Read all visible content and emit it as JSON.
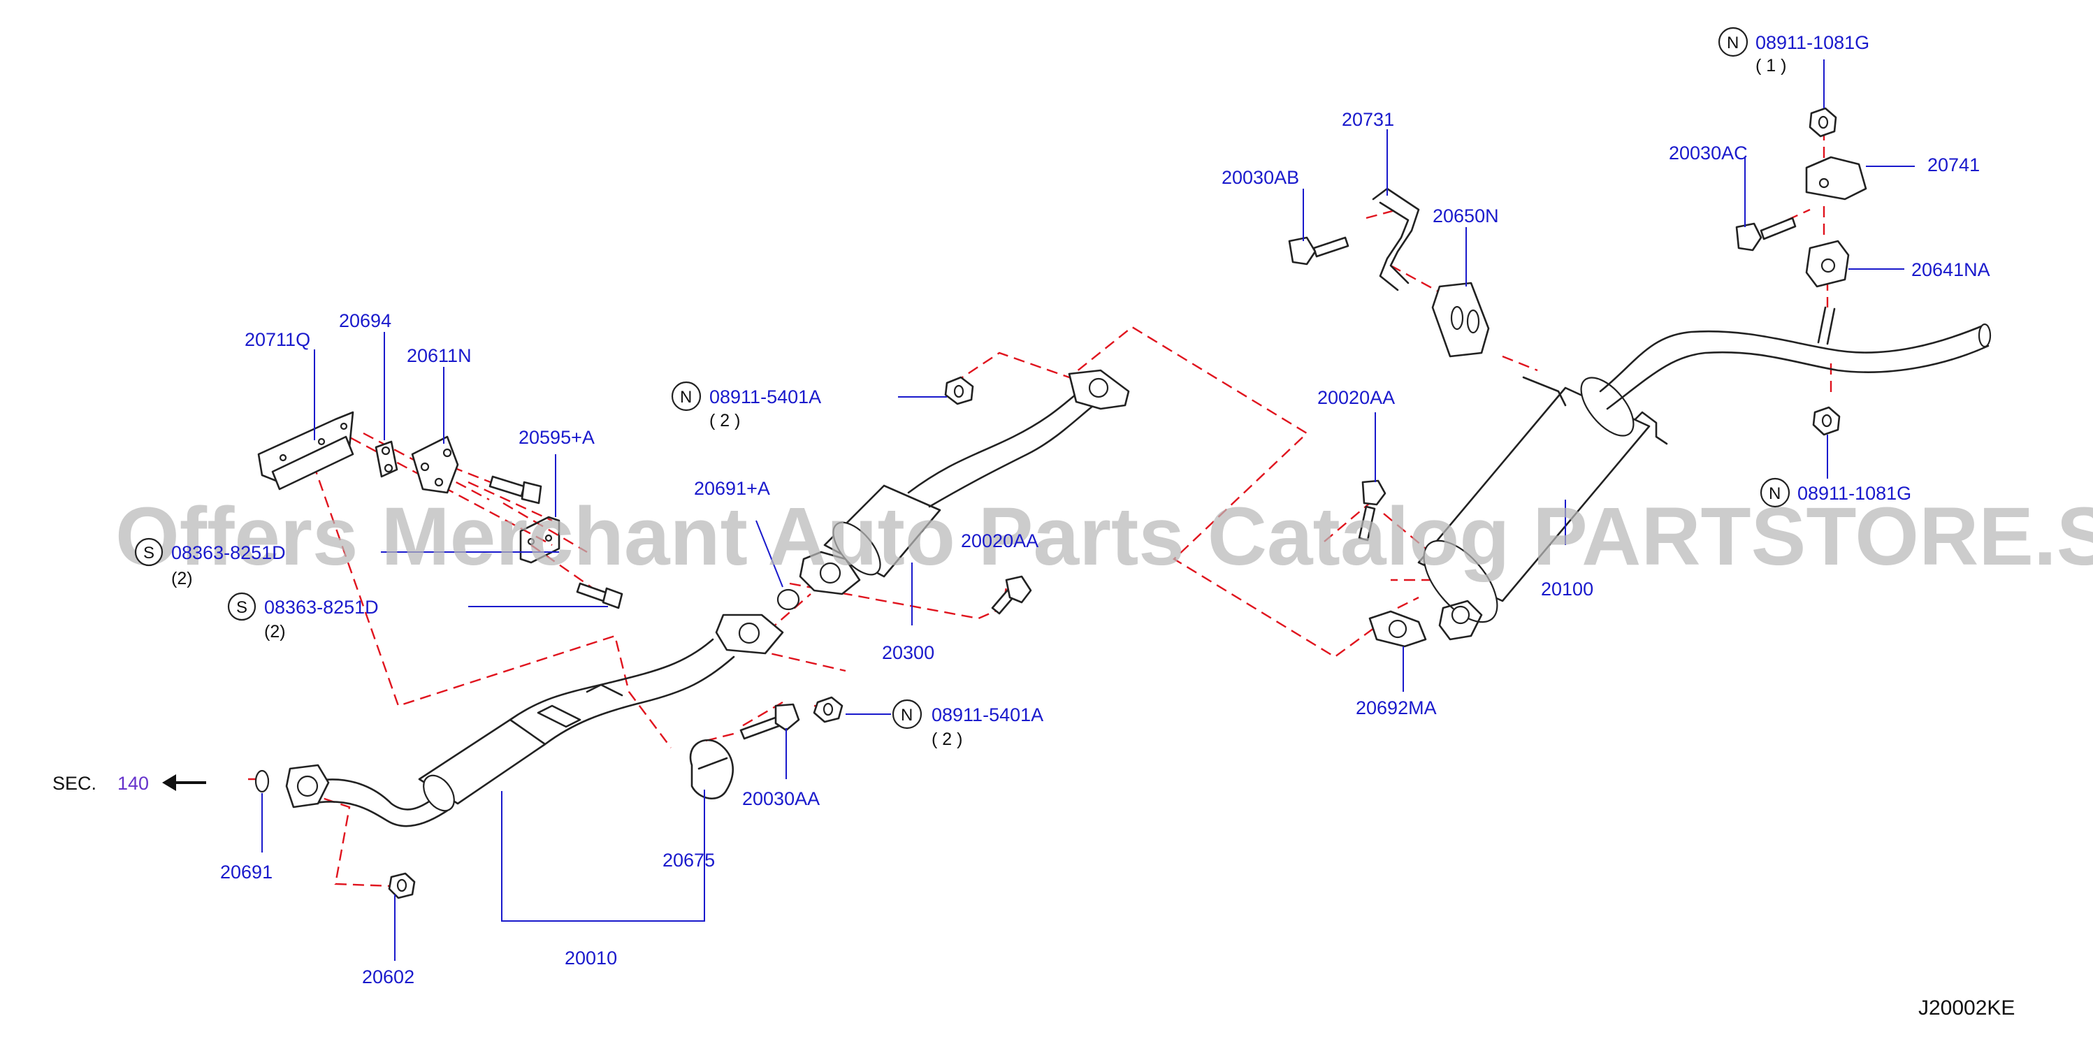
{
  "diagram_code": "J20002KE",
  "watermark": "Offers Merchant Auto Parts Catalog PARTSTORE.SA",
  "section_ref": {
    "prefix": "SEC.",
    "number": "140"
  },
  "colors": {
    "label": "#1a1acc",
    "dashed_leader": "#e0141e",
    "outline": "#222222",
    "watermark": "#b9b9b9"
  },
  "symbols": {
    "nut": "N",
    "screw": "S"
  },
  "parts": {
    "p20711Q": "20711Q",
    "p20694": "20694",
    "p20611N": "20611N",
    "p20595A": "20595+A",
    "p08363a": "08363-8251D",
    "p08363a_qty": "(2)",
    "p08363b": "08363-8251D",
    "p08363b_qty": "(2)",
    "p08911_5401A_top": "08911-5401A",
    "p08911_5401A_top_qty": "( 2 )",
    "p20691A": "20691+A",
    "p20020AA_mid": "20020AA",
    "p20300": "20300",
    "p08911_5401A_bot": "08911-5401A",
    "p08911_5401A_bot_qty": "( 2 )",
    "p20030AA": "20030AA",
    "p20675": "20675",
    "p20691": "20691",
    "p20602": "20602",
    "p20010": "20010",
    "p20731": "20731",
    "p20030AB": "20030AB",
    "p20650N": "20650N",
    "p20020AA_right": "20020AA",
    "p20100": "20100",
    "p20692MA": "20692MA",
    "p08911_1081G_top": "08911-1081G",
    "p08911_1081G_top_qty": "( 1 )",
    "p20030AC": "20030AC",
    "p20741": "20741",
    "p20641NA": "20641NA",
    "p08911_1081G_bot": "08911-1081G"
  }
}
